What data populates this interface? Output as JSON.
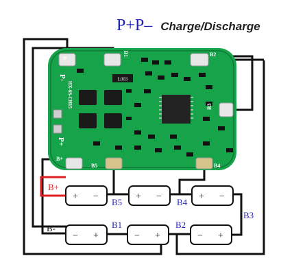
{
  "title": {
    "pp": "P+P–",
    "mode": "Charge/Discharge"
  },
  "board": {
    "model": "HX-6S-CH15",
    "chip": "L003",
    "pads": {
      "b_minus": "B-",
      "b_plus": "B+",
      "p_minus": "P-",
      "p_plus": "P+",
      "b1": "B1",
      "b2": "B2",
      "b3": "B3",
      "b4": "B4",
      "b5": "B5"
    }
  },
  "labels": {
    "bplus": "B+",
    "bminus": "B-",
    "b1": "B1",
    "b2": "B2",
    "b3": "B3",
    "b4": "B4",
    "b5": "B5"
  },
  "cells": {
    "plus": "+",
    "minus": "−"
  },
  "colors": {
    "board": "#15a34a",
    "wire": "#111111",
    "bplus_wire": "#e11d1d",
    "node_label": "#2a2ab8"
  }
}
